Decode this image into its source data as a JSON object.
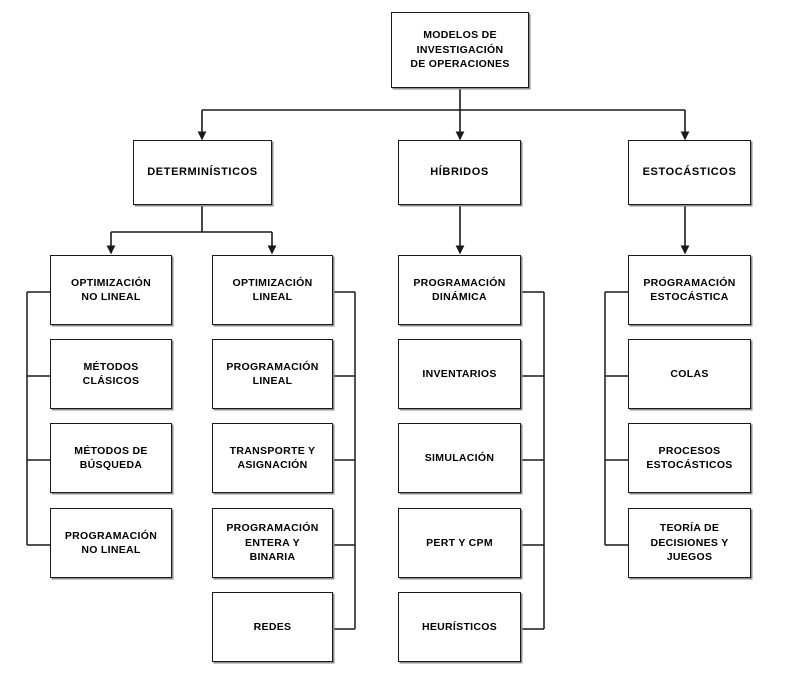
{
  "diagram": {
    "title": "MODELOS DE\nINVESTIGACIÓN\nDE OPERACIONES",
    "root": {
      "label": "MODELOS DE\nINVESTIGACIÓN\nDE OPERACIONES"
    },
    "branches": [
      {
        "label": "DETERMINÍSTICOS",
        "columns": [
          {
            "bracket_side": "left",
            "items": [
              {
                "label": "OPTIMIZACIÓN\nNO LINEAL"
              },
              {
                "label": "MÉTODOS\nCLÁSICOS"
              },
              {
                "label": "MÉTODOS DE\nBÚSQUEDA"
              },
              {
                "label": "PROGRAMACIÓN\nNO LINEAL"
              }
            ]
          },
          {
            "bracket_side": "right",
            "items": [
              {
                "label": "OPTIMIZACIÓN\nLINEAL"
              },
              {
                "label": "PROGRAMACIÓN\nLINEAL"
              },
              {
                "label": "TRANSPORTE Y\nASIGNACIÓN"
              },
              {
                "label": "PROGRAMACIÓN\nENTERA Y\nBINARIA"
              },
              {
                "label": "REDES"
              }
            ]
          }
        ]
      },
      {
        "label": "HÍBRIDOS",
        "columns": [
          {
            "bracket_side": "right",
            "items": [
              {
                "label": "PROGRAMACIÓN\nDINÁMICA"
              },
              {
                "label": "INVENTARIOS"
              },
              {
                "label": "SIMULACIÓN"
              },
              {
                "label": "PERT Y CPM"
              },
              {
                "label": "HEURÍSTICOS"
              }
            ]
          }
        ]
      },
      {
        "label": "ESTOCÁSTICOS",
        "columns": [
          {
            "bracket_side": "left",
            "items": [
              {
                "label": "PROGRAMACIÓN\nESTOCÁSTICA"
              },
              {
                "label": "COLAS"
              },
              {
                "label": "PROCESOS\nESTOCÁSTICOS"
              },
              {
                "label": "TEORÍA DE\nDECISIONES Y\nJUEGOS"
              }
            ]
          }
        ]
      }
    ],
    "colors": {
      "background": "#ffffff",
      "box_border": "#1a1a1a",
      "box_fill": "#ffffff",
      "box_shadow": "#8d8d8d",
      "connector": "#1a1a1a",
      "text": "#000000"
    }
  }
}
